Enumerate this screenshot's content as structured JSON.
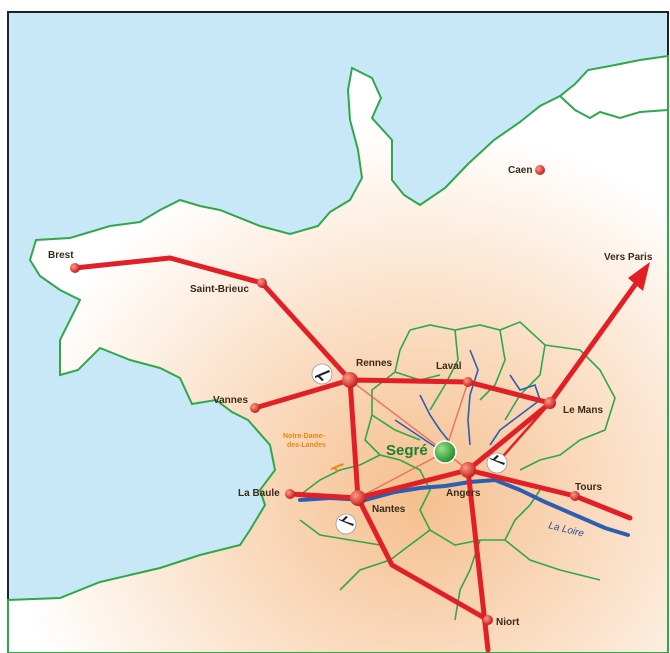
{
  "map": {
    "cities": {
      "caen": "Caen",
      "brest": "Brest",
      "saint_brieuc": "Saint-Brieuc",
      "rennes": "Rennes",
      "laval": "Laval",
      "le_mans": "Le Mans",
      "vannes": "Vannes",
      "la_baule": "La Baule",
      "nantes": "Nantes",
      "angers": "Angers",
      "tours": "Tours",
      "niort": "Niort"
    },
    "highlight_city": "Segré",
    "direction_label": "Vers Paris",
    "airport_label_line1": "Notre-Dame-",
    "airport_label_line2": "des-Landes",
    "river_label": "La Loire",
    "colors": {
      "sea": "#c9e8f7",
      "land": "#ffffff",
      "land_warm": "#f6c79b",
      "border": "#2fa84a",
      "road": "#e21f26",
      "river": "#2d5fb0",
      "segre": "#3fb33a"
    }
  }
}
